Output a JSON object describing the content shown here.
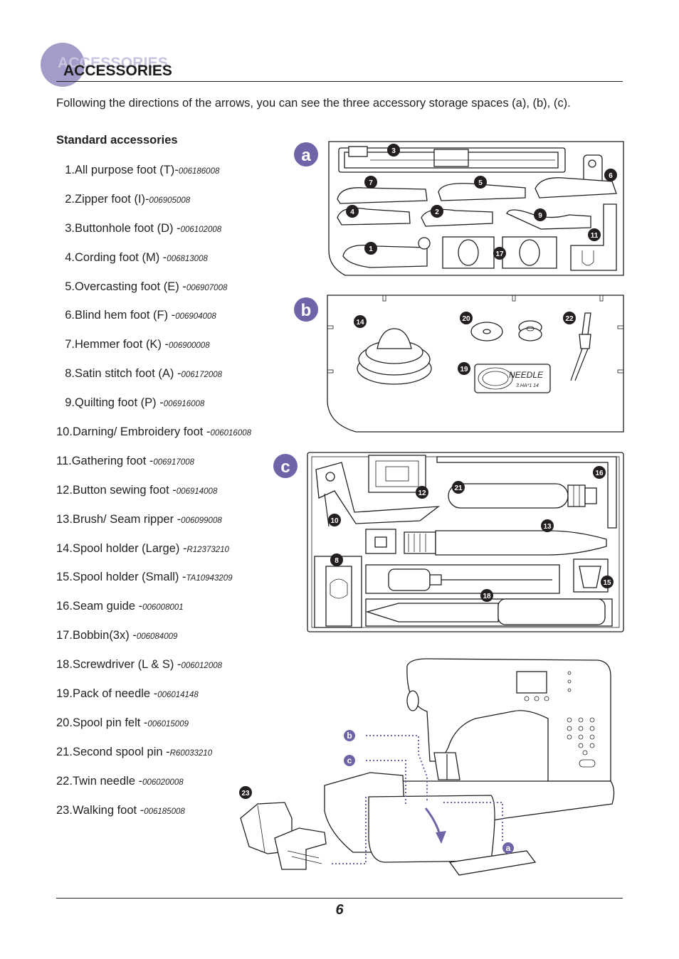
{
  "header": {
    "ghost_title": "ACCESSORIES",
    "title": "ACCESSORIES"
  },
  "intro": "Following the directions of the arrows, you can see the three accessory storage spaces (a), (b), (c).",
  "section_title": "Standard accessories",
  "accessories": [
    {
      "num": "1.",
      "name": "All purpose foot (T)",
      "sep": "-",
      "code": "006186008"
    },
    {
      "num": "2.",
      "name": "Zipper foot (I)",
      "sep": "-",
      "code": "006905008"
    },
    {
      "num": "3.",
      "name": "Buttonhole foot (D) ",
      "sep": "-",
      "code": "006102008"
    },
    {
      "num": "4.",
      "name": "Cording foot (M) ",
      "sep": "-",
      "code": "006813008"
    },
    {
      "num": "5.",
      "name": "Overcasting foot (E) ",
      "sep": "-",
      "code": "006907008"
    },
    {
      "num": "6.",
      "name": "Blind hem foot (F) ",
      "sep": "-",
      "code": "006904008"
    },
    {
      "num": "7.",
      "name": "Hemmer foot (K) ",
      "sep": "-",
      "code": "006900008"
    },
    {
      "num": "8.",
      "name": "Satin stitch foot (A) ",
      "sep": "-",
      "code": "006172008"
    },
    {
      "num": "9.",
      "name": "Quilting foot (P) ",
      "sep": "-",
      "code": "006916008"
    },
    {
      "num": "10.",
      "name": "Darning/ Embroidery foot ",
      "sep": "-",
      "code": "006016008"
    },
    {
      "num": "11.",
      "name": "Gathering foot ",
      "sep": "-",
      "code": "006917008"
    },
    {
      "num": "12.",
      "name": "Button sewing foot ",
      "sep": "-",
      "code": "006914008"
    },
    {
      "num": "13.",
      "name": "Brush/ Seam ripper ",
      "sep": "-",
      "code": "006099008"
    },
    {
      "num": "14.",
      "name": "Spool holder (Large) ",
      "sep": "-",
      "code": "R12373210"
    },
    {
      "num": "15.",
      "name": "Spool holder (Small) ",
      "sep": "-",
      "code": "TA10943209"
    },
    {
      "num": "16.",
      "name": "Seam guide ",
      "sep": "-",
      "code": "006008001"
    },
    {
      "num": "17.",
      "name": "Bobbin(3x) ",
      "sep": "-",
      "code": "006084009"
    },
    {
      "num": "18.",
      "name": "Screwdriver (L & S) ",
      "sep": "-",
      "code": "006012008"
    },
    {
      "num": "19.",
      "name": "Pack of needle ",
      "sep": "-",
      "code": "006014148"
    },
    {
      "num": "20.",
      "name": "Spool pin felt ",
      "sep": "-",
      "code": "006015009"
    },
    {
      "num": "21.",
      "name": "Second spool pin ",
      "sep": "-",
      "code": "R60033210"
    },
    {
      "num": "22.",
      "name": "Twin needle ",
      "sep": "-",
      "code": "006020008"
    },
    {
      "num": "23.",
      "name": "Walking foot ",
      "sep": "-",
      "code": "006185008"
    }
  ],
  "panels": {
    "a": {
      "label": "a"
    },
    "b": {
      "label": "b",
      "needle_pack_text": "NEEDLE",
      "needle_pack_sub": "3.HA*1 14"
    },
    "c": {
      "label": "c"
    }
  },
  "badges": {
    "n1": "1",
    "n2": "2",
    "n3": "3",
    "n4": "4",
    "n5": "5",
    "n6": "6",
    "n7": "7",
    "n8": "8",
    "n9": "9",
    "n10": "10",
    "n11": "11",
    "n12": "12",
    "n13": "13",
    "n14": "14",
    "n15": "15",
    "n16": "16",
    "n17": "17",
    "n18": "18",
    "n19": "19",
    "n20": "20",
    "n21": "21",
    "n22": "22",
    "n23": "23"
  },
  "machine_labels": {
    "a": "a",
    "b": "b",
    "c": "c"
  },
  "page_number": "6",
  "colors": {
    "accent": "#6f64a8",
    "accent_light": "#a39bc8",
    "ink": "#231f20"
  }
}
